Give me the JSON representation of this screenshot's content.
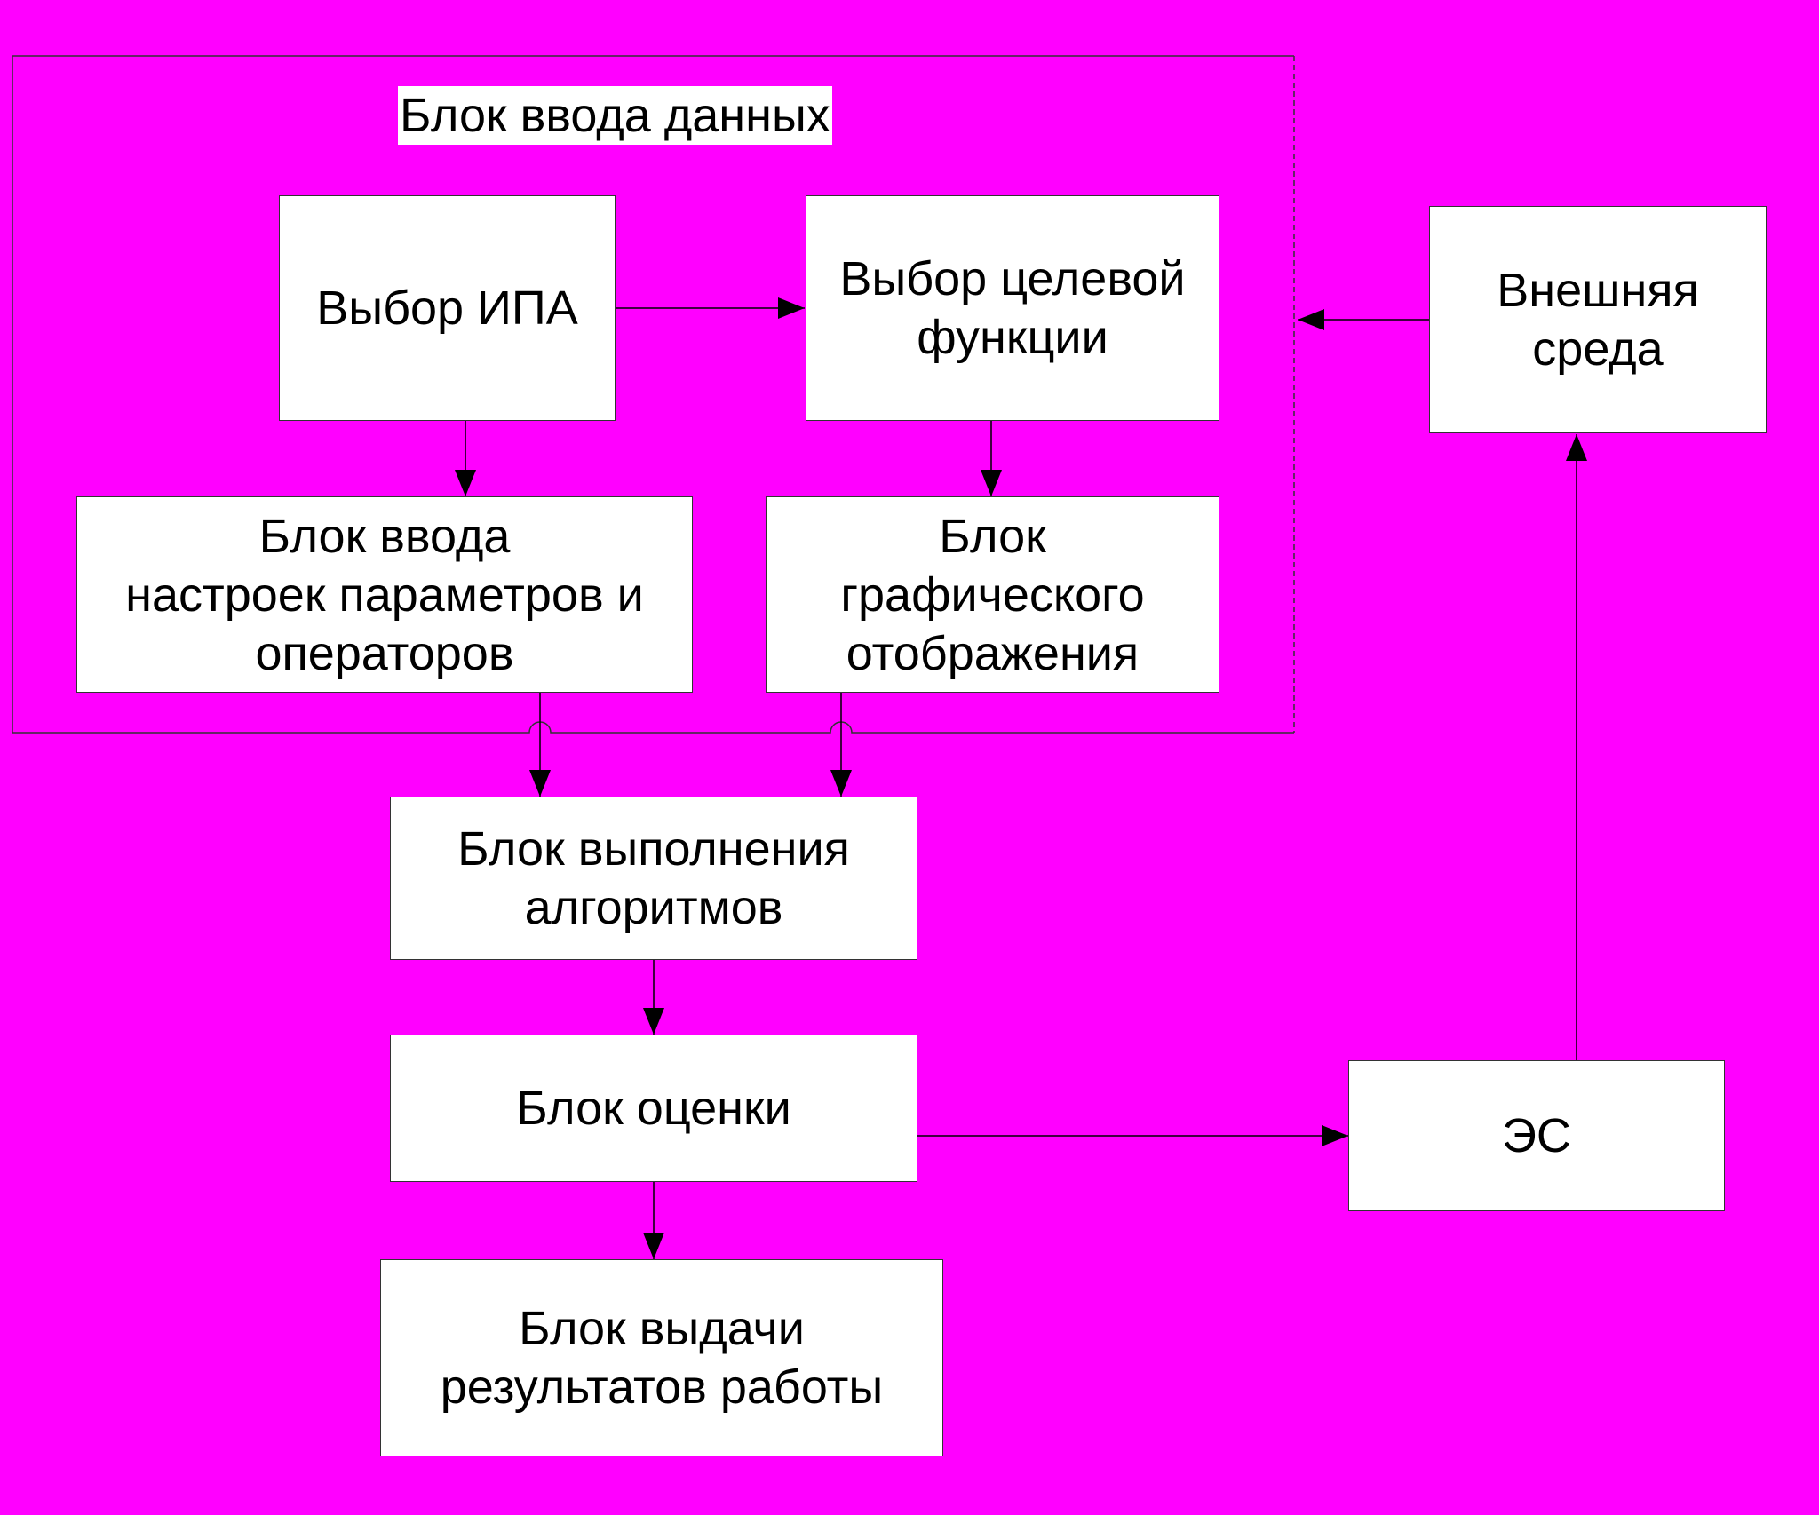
{
  "diagram": {
    "group": {
      "title": "Блок ввода данных"
    },
    "blocks": {
      "ipa_select": "Выбор ИПА",
      "target_function_select": "Выбор целевой\nфункции",
      "settings_input": "Блок ввода\nнастроек параметров и\nоператоров",
      "graphics_display": "Блок\nграфического\nотображения",
      "algorithm_execution": "Блок выполнения\nалгоритмов",
      "evaluation": "Блок оценки",
      "results_output": "Блок выдачи\nрезультатов работы",
      "external_environment": "Внешняя\nсреда",
      "expert_system": "ЭС"
    },
    "connections": [
      {
        "from": "ipa_select",
        "to": "target_function_select",
        "bidirectional": true
      },
      {
        "from": "ipa_select",
        "to": "settings_input"
      },
      {
        "from": "target_function_select",
        "to": "graphics_display"
      },
      {
        "from": "settings_input",
        "to": "algorithm_execution"
      },
      {
        "from": "graphics_display",
        "to": "algorithm_execution"
      },
      {
        "from": "algorithm_execution",
        "to": "evaluation"
      },
      {
        "from": "evaluation",
        "to": "results_output"
      },
      {
        "from": "evaluation",
        "to": "expert_system"
      },
      {
        "from": "expert_system",
        "to": "external_environment"
      },
      {
        "from": "external_environment",
        "to": "group"
      }
    ],
    "colors": {
      "background": "#ff00ff",
      "box_fill": "#ffffff",
      "line": "#000000"
    }
  }
}
